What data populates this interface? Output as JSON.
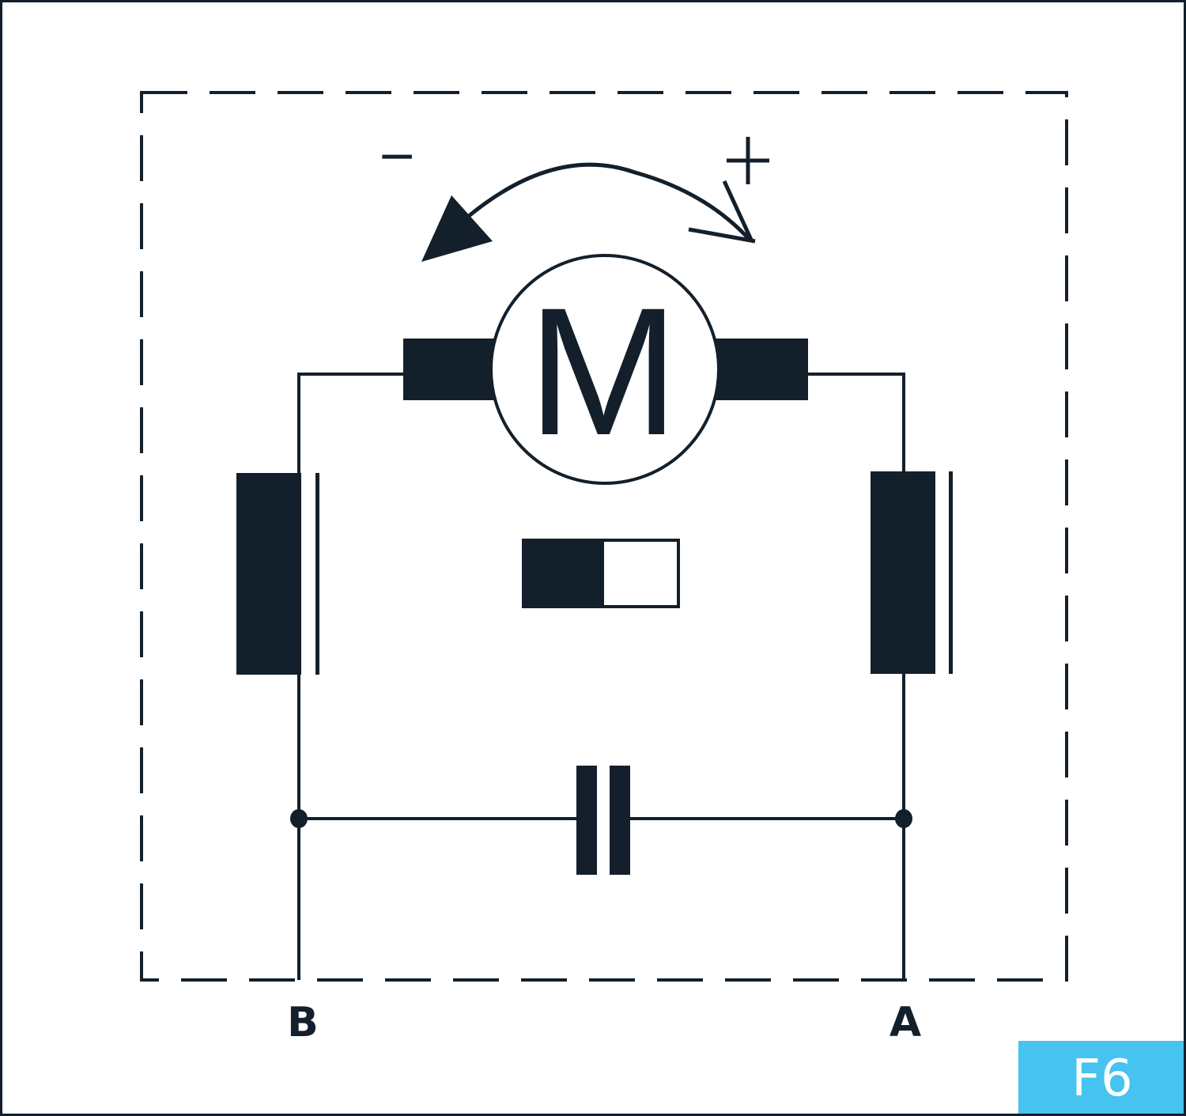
{
  "diagram": {
    "type": "electrical-schematic",
    "subject": "DC motor with field windings and capacitor",
    "motor_label": "M",
    "rotation": {
      "minus_label": "−",
      "plus_label": "+"
    },
    "terminals": {
      "left": "B",
      "right": "A"
    },
    "figure_badge": "F6",
    "colors": {
      "ink": "#13202b",
      "badge": "#46c3ee",
      "background": "#ffffff"
    }
  }
}
